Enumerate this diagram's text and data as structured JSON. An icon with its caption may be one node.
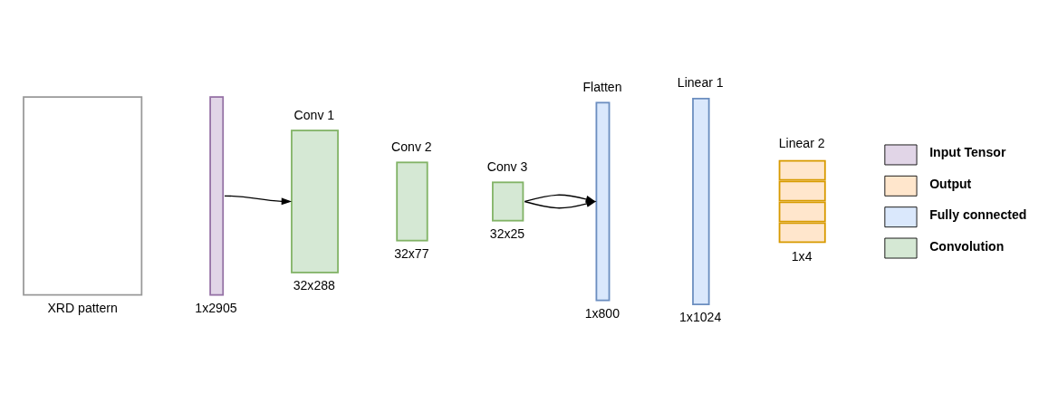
{
  "diagram": {
    "nodes": [
      {
        "text": [],
        "shape": "box",
        "beside": [
          "XRD pattern"
        ]
      },
      {
        "text": [],
        "shape": "bar",
        "beside": [
          "1x2905"
        ]
      },
      {
        "text": [
          "Conv 1"
        ],
        "beside": [
          "32x288"
        ]
      },
      {
        "text": [
          "Conv 2"
        ],
        "beside": [
          "32x77"
        ]
      },
      {
        "text": [
          "Conv 3"
        ],
        "beside": [
          "32x25"
        ]
      },
      {
        "text": [
          "Flatten"
        ],
        "beside": [
          "1x800"
        ]
      },
      {
        "text": [
          "Linear 1"
        ],
        "beside": [
          "1x1024"
        ]
      },
      {
        "text": [
          "Linear 2"
        ],
        "beside": [
          "1x4"
        ]
      }
    ],
    "edges": [
      {
        "from": 1,
        "to": 2,
        "arrow": "to"
      },
      {
        "from": 4,
        "to": 5,
        "arrow": "to"
      },
      {
        "from": 4,
        "to": 5,
        "arrow": "to"
      }
    ],
    "legend": [
      {
        "text": "Input Tensor",
        "color": "#e1d5e7"
      },
      {
        "text": "Output",
        "color": "#ffe6cc"
      },
      {
        "text": "Fully connected",
        "color": "#dae8fc"
      },
      {
        "text": "Convolution",
        "color": "#d5e8d4"
      }
    ]
  }
}
